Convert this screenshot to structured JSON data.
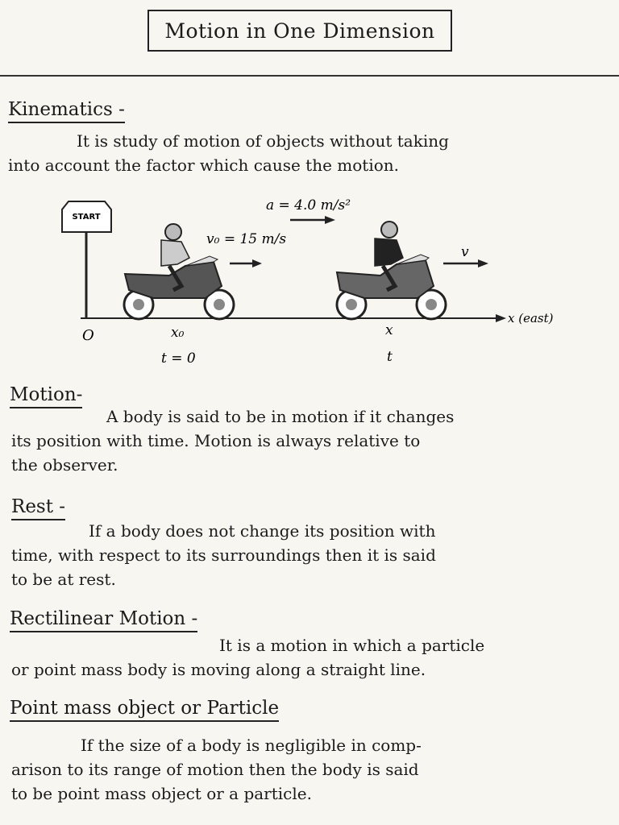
{
  "title": "Motion in One Dimension",
  "sections": {
    "kinematics": {
      "heading": "Kinematics -",
      "lines": [
        "It is study of motion of objects without taking",
        "into account the factor which cause the motion."
      ]
    },
    "motion": {
      "heading": "Motion-",
      "lines": [
        "A body is said to be in motion if it changes",
        "its position with time. Motion is always relative to",
        "the observer."
      ]
    },
    "rest": {
      "heading": "Rest -",
      "lines": [
        "If a body does not change its position with",
        "time, with respect to its surroundings then it is said",
        "to be at rest."
      ]
    },
    "rectilinear": {
      "heading": "Rectilinear Motion -",
      "lines": [
        "It is a motion in which a particle",
        "or point mass body is moving along a straight line."
      ]
    },
    "point_mass": {
      "heading": "Point mass object or Particle",
      "lines": [
        "If the size of a body is negligible in comp-",
        "arison to its range of motion then the body is said",
        "to be point mass object or a particle."
      ]
    }
  },
  "figure": {
    "sign": "START",
    "accel": "a  = 4.0 m/s²",
    "v0": "v₀  = 15 m/s",
    "v": "v",
    "origin": "O",
    "x0": "x₀",
    "t0": "t = 0",
    "x": "x",
    "t": "t",
    "axis": "x (east)"
  }
}
